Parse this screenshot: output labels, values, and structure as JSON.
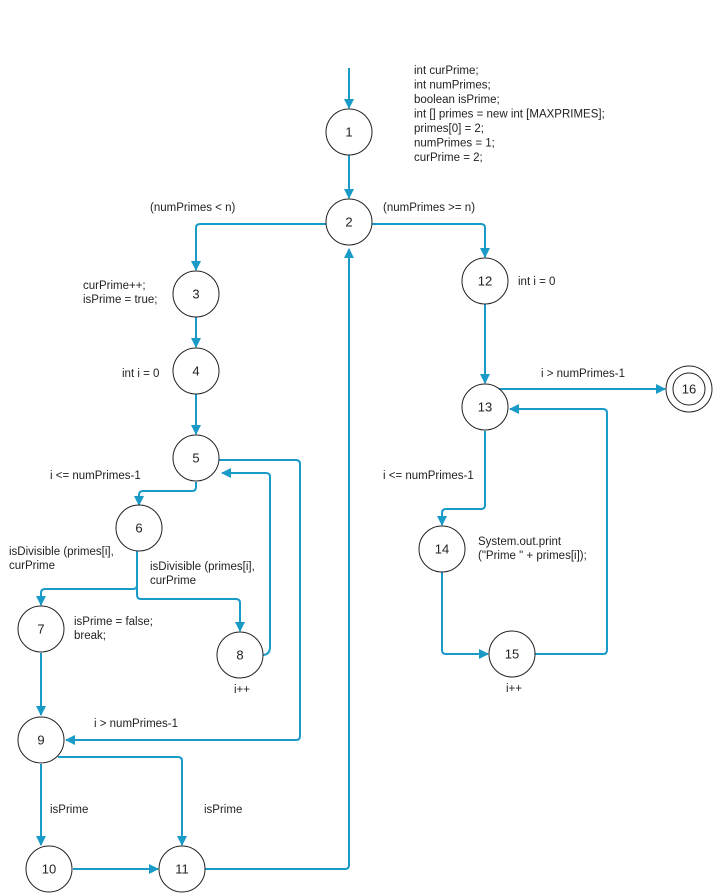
{
  "colors": {
    "edge": "#1a9bc7",
    "node_stroke": "#222222",
    "node_fill": "#ffffff",
    "text": "#222222"
  },
  "nodes": [
    {
      "id": "1",
      "label": "1"
    },
    {
      "id": "2",
      "label": "2"
    },
    {
      "id": "3",
      "label": "3"
    },
    {
      "id": "4",
      "label": "4"
    },
    {
      "id": "5",
      "label": "5"
    },
    {
      "id": "6",
      "label": "6"
    },
    {
      "id": "7",
      "label": "7"
    },
    {
      "id": "8",
      "label": "8"
    },
    {
      "id": "9",
      "label": "9"
    },
    {
      "id": "10",
      "label": "10"
    },
    {
      "id": "11",
      "label": "11"
    },
    {
      "id": "12",
      "label": "12"
    },
    {
      "id": "13",
      "label": "13"
    },
    {
      "id": "14",
      "label": "14"
    },
    {
      "id": "15",
      "label": "15"
    },
    {
      "id": "16",
      "label": "16",
      "final": true
    }
  ],
  "edges": [
    {
      "id": "entry-1"
    },
    {
      "id": "1-2"
    },
    {
      "id": "2-3",
      "label": "(numPrimes < n)"
    },
    {
      "id": "2-12",
      "label": "(numPrimes >= n)"
    },
    {
      "id": "3-4"
    },
    {
      "id": "4-5"
    },
    {
      "id": "5-6",
      "label": "i <= numPrimes-1"
    },
    {
      "id": "5-9",
      "label": "i > numPrimes-1"
    },
    {
      "id": "6-7",
      "label": "isDivisible (primes[i], curPrime"
    },
    {
      "id": "6-8",
      "label": "isDivisible (primes[i], curPrime"
    },
    {
      "id": "7-9"
    },
    {
      "id": "8-5"
    },
    {
      "id": "9-10",
      "label": "isPrime"
    },
    {
      "id": "9-11",
      "label": "isPrime"
    },
    {
      "id": "10-11"
    },
    {
      "id": "11-2"
    },
    {
      "id": "12-13"
    },
    {
      "id": "13-14",
      "label": "i <= numPrimes-1"
    },
    {
      "id": "13-16",
      "label": "i > numPrimes-1"
    },
    {
      "id": "14-15"
    },
    {
      "id": "15-13"
    }
  ],
  "annotations": {
    "node1_code": [
      "int curPrime;",
      "int numPrimes;",
      "boolean isPrime;",
      "int [] primes = new int [MAXPRIMES];",
      "primes[0] = 2;",
      "numPrimes = 1;",
      "curPrime = 2;"
    ],
    "node3_code": [
      "curPrime++;",
      "isPrime = true;"
    ],
    "node4_code": [
      "int i = 0"
    ],
    "node7_code": [
      "isPrime = false;",
      "break;"
    ],
    "node8_code": [
      "i++"
    ],
    "node12_code": [
      "int i = 0"
    ],
    "node14_code": [
      "System.out.print",
      "(\"Prime \" + primes[i]);"
    ],
    "node15_code": [
      "i++"
    ]
  }
}
